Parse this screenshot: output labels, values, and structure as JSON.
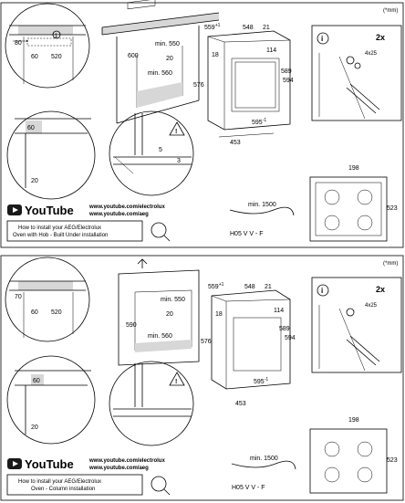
{
  "panels": [
    {
      "note": "(*mm)",
      "dims": {
        "cab_w": "80",
        "cab_60": "60",
        "cab_520": "520",
        "cab_600": "600",
        "cab_min550": "min. 550",
        "cab_min560": "min. 560",
        "oven_559": "559",
        "oven_559_sup": "+1",
        "oven_548": "548",
        "oven_21": "21",
        "oven_18": "18",
        "oven_114": "114",
        "oven_576": "576",
        "oven_589": "589",
        "oven_594": "594",
        "oven_595": "595",
        "oven_595_sup": "-1",
        "oven_453": "453",
        "cut_60": "60",
        "cut_20": "20",
        "vent_5": "5",
        "vent_3": "3",
        "screw_count": "2x",
        "screw_size": "4x25",
        "hob_198": "198",
        "hob_523": "523",
        "cable_min": "min. 1500",
        "cable_type": "H05 V V - F"
      },
      "youtube_label": "YouTube",
      "url_1": "www.youtube.com/electrolux",
      "url_2": "www.youtube.com/aeg",
      "caption_1": "How to install your AEG/Electrolux",
      "caption_2": "Oven with Hob - Built Under installation"
    },
    {
      "note": "(*mm)",
      "dims": {
        "cab_w": "70",
        "cab_60": "60",
        "cab_520": "520",
        "cab_590": "590",
        "cab_min550": "min. 550",
        "cab_min560": "min. 560",
        "cab_20": "20",
        "oven_559": "559",
        "oven_559_sup": "+1",
        "oven_548": "548",
        "oven_21": "21",
        "oven_18": "18",
        "oven_114": "114",
        "oven_576": "576",
        "oven_589": "589",
        "oven_594": "594",
        "oven_595": "595",
        "oven_595_sup": "-1",
        "oven_453": "453",
        "cut_60": "60",
        "cut_20": "20",
        "screw_count": "2x",
        "screw_size": "4x25",
        "hob_198": "198",
        "hob_523": "523",
        "cable_min": "min. 1500",
        "cable_type": "H05 V V - F"
      },
      "youtube_label": "YouTube",
      "url_1": "www.youtube.com/electrolux",
      "url_2": "www.youtube.com/aeg",
      "caption_1": "How to install your AEG/Electrolux",
      "caption_2": "Oven - Column installation"
    }
  ],
  "colors": {
    "youtube_badge": "#1a1a1a",
    "line": "#000000",
    "shade": "#d7d7d7"
  },
  "icons": [
    "youtube-play-icon",
    "magnifier-icon",
    "warning-icon",
    "info-icon",
    "arrow-up-icon"
  ]
}
